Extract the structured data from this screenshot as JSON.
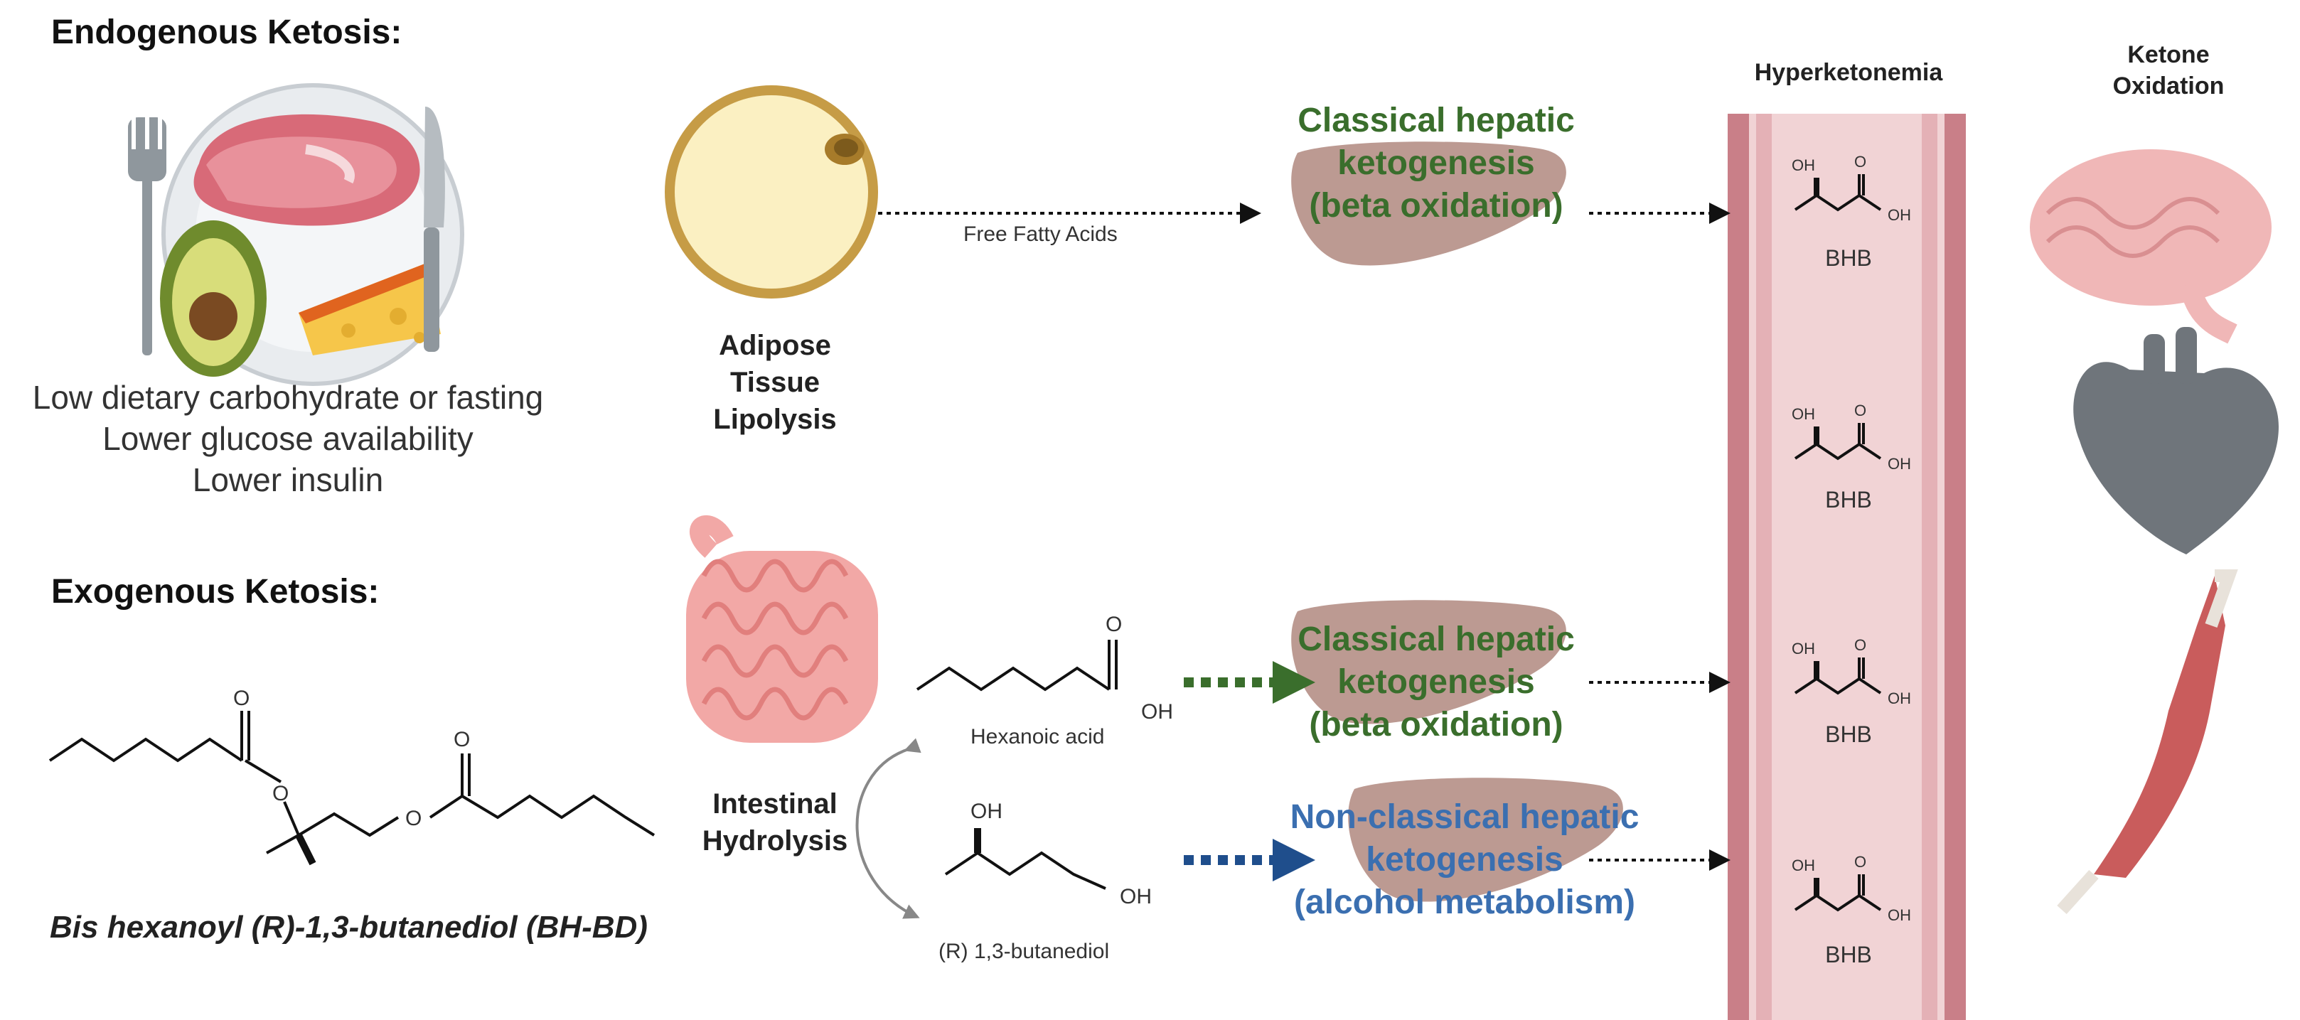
{
  "endogenous": {
    "title": "Endogenous Ketosis:",
    "lines": [
      "Low dietary carbohydrate or fasting",
      "Lower glucose availability",
      "Lower insulin"
    ]
  },
  "exogenous": {
    "title": "Exogenous Ketosis:",
    "compound": "Bis hexanoyl (R)-1,3-butanediol (BH-BD)"
  },
  "adipose": {
    "label_lines": [
      "Adipose",
      "Tissue",
      "Lipolysis"
    ],
    "arrow_label": "Free Fatty Acids"
  },
  "intestine": {
    "label_lines": [
      "Intestinal",
      "Hydrolysis"
    ]
  },
  "products": {
    "hexanoic": "Hexanoic acid",
    "butanediol": "(R) 1,3-butanediol",
    "oh": "OH"
  },
  "liver_classical": {
    "lines": [
      "Classical hepatic",
      "ketogenesis",
      "(beta oxidation)"
    ],
    "color": "#3a6e2c"
  },
  "liver_nonclassical": {
    "lines": [
      "Non-classical hepatic",
      "ketogenesis",
      "(alcohol metabolism)"
    ],
    "color": "#3b6fb0"
  },
  "blood": {
    "title": "Hyperketonemia",
    "molecule": "BHB",
    "oh": "OH",
    "o": "O"
  },
  "oxidation": {
    "title_lines": [
      "Ketone",
      "Oxidation"
    ]
  },
  "icons": [
    "food-plate-icon",
    "fork-icon",
    "knife-icon",
    "adipocyte-icon",
    "intestine-icon",
    "liver-icon",
    "brain-icon",
    "heart-icon",
    "muscle-icon"
  ]
}
